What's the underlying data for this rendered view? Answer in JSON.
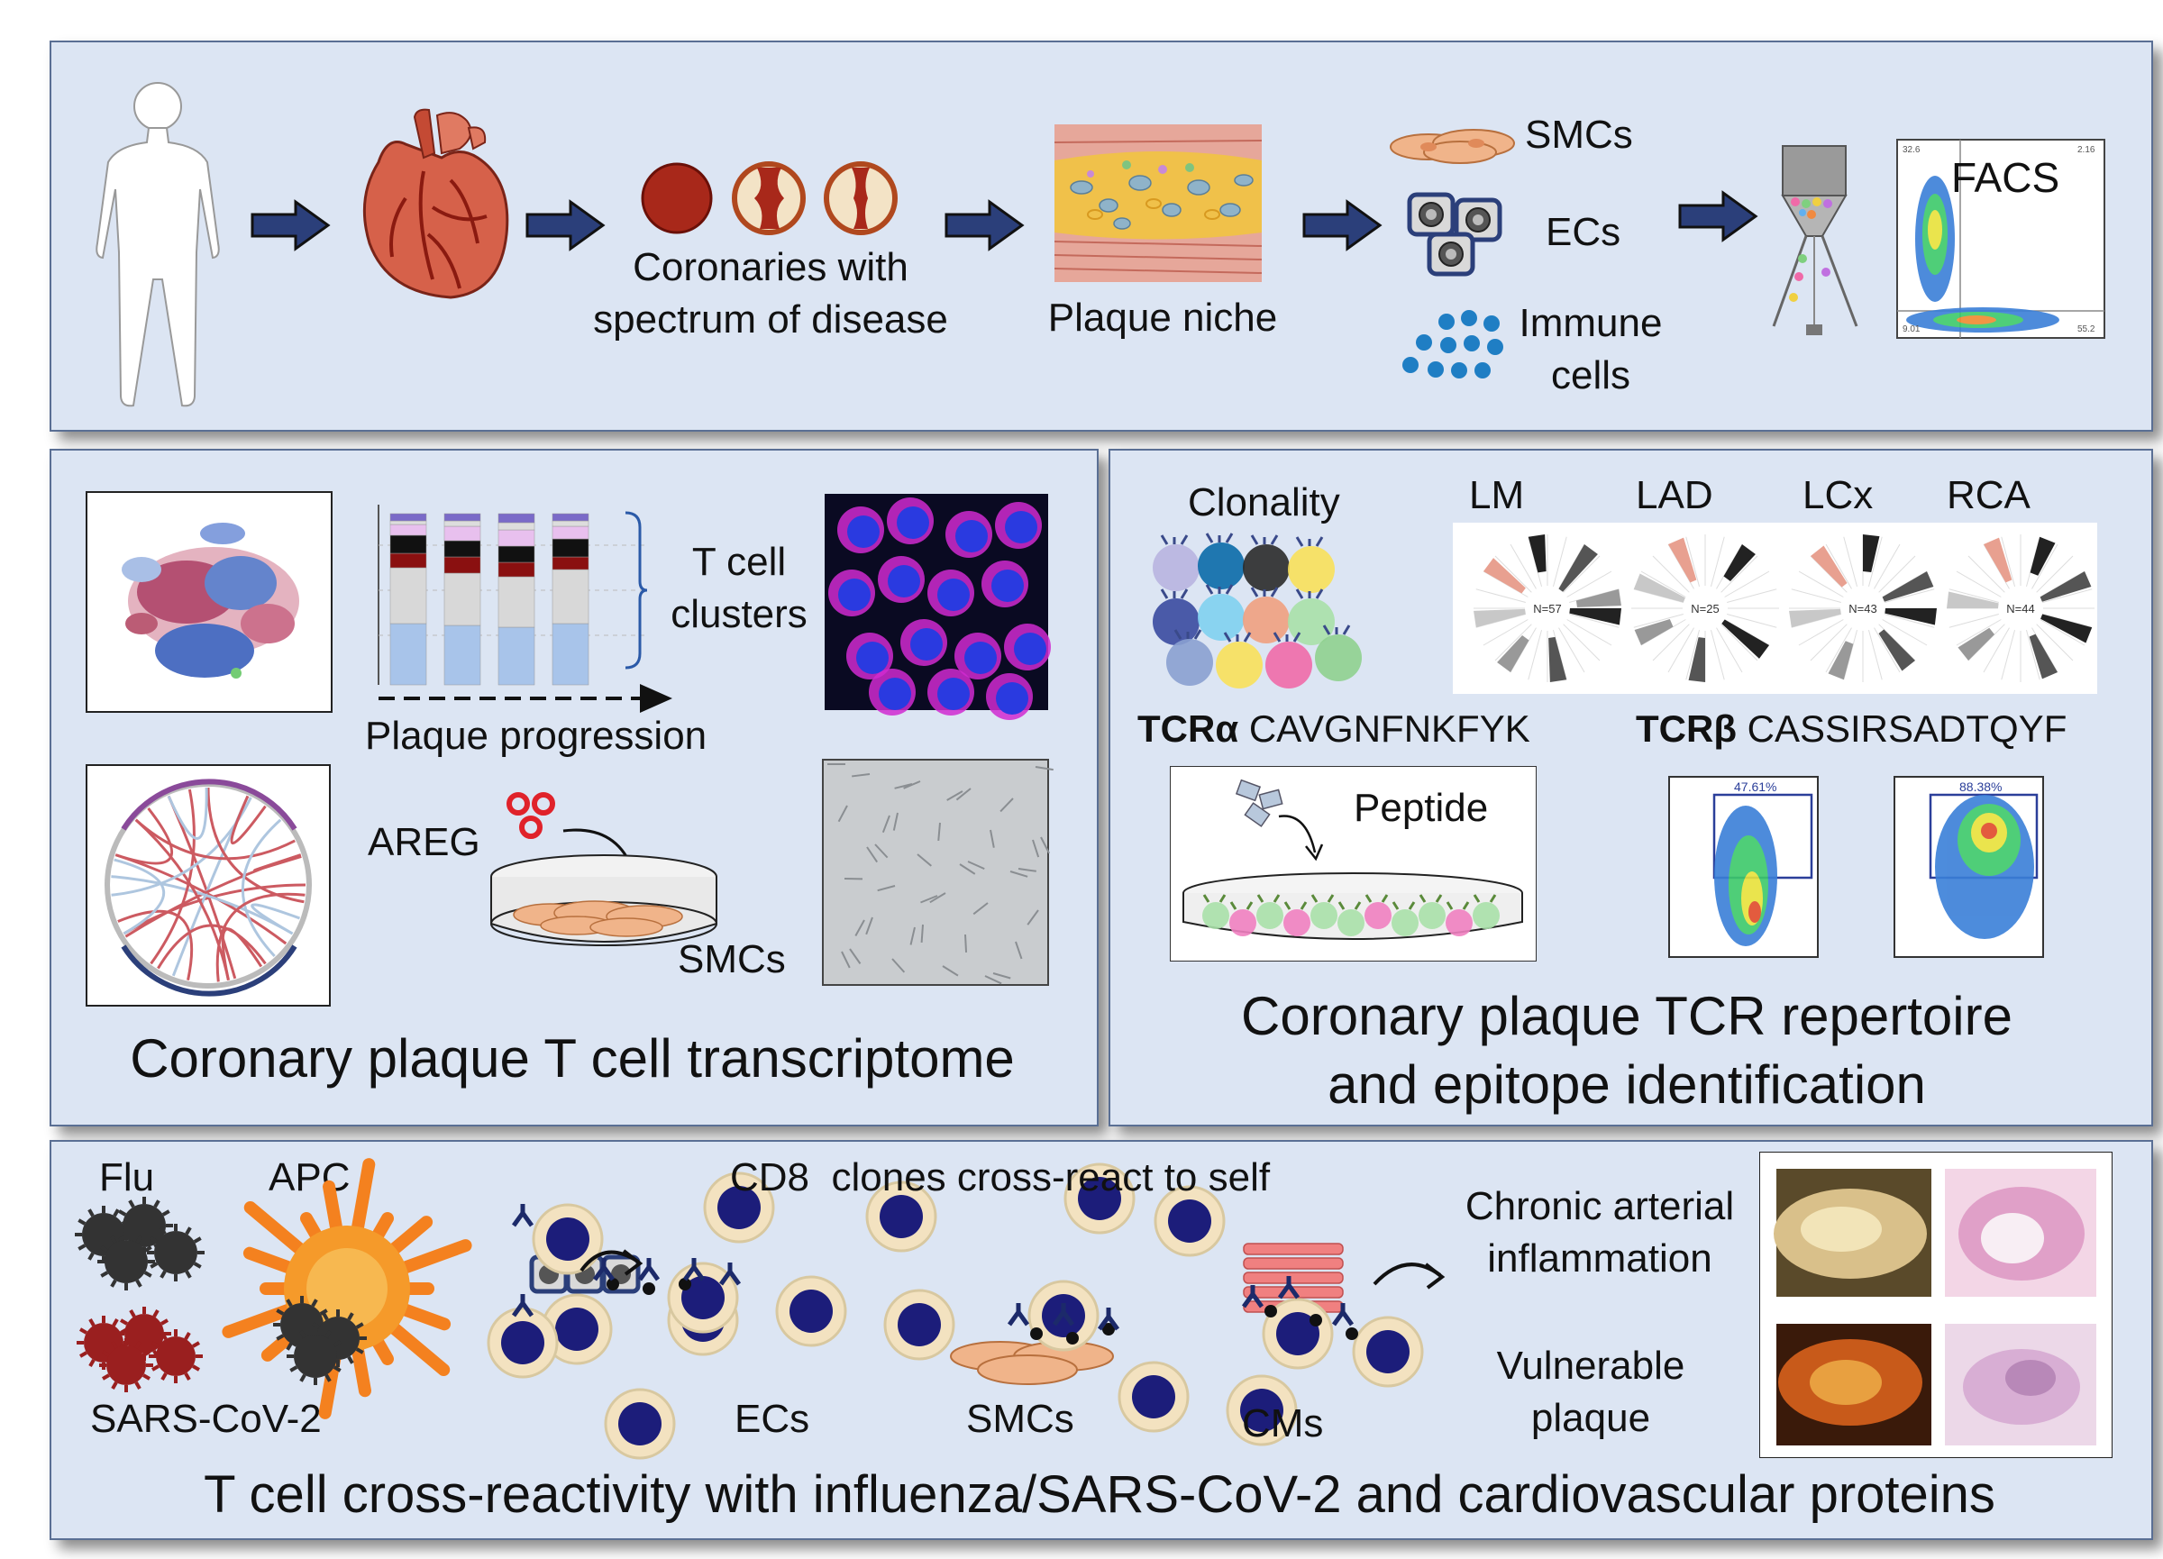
{
  "panel1": {
    "coronaries_label_line1": "Coronaries with",
    "coronaries_label_line2": "spectrum of disease",
    "plaque_niche_label": "Plaque niche",
    "smcs_label": "SMCs",
    "ecs_label": "ECs",
    "immune_label_line1": "Immune",
    "immune_label_line2": "cells",
    "facs_label": "FACS",
    "facs_quadrants": [
      "32.6",
      "2.16",
      "9.01",
      "55.2"
    ]
  },
  "panel2": {
    "tcell_clusters_line1": "T cell",
    "tcell_clusters_line2": "clusters",
    "plaque_progression_label": "Plaque progression",
    "areg_label": "AREG",
    "smcs_label": "SMCs",
    "title": "Coronary plaque T cell transcriptome"
  },
  "panel3": {
    "clonality_label": "Clonality",
    "vessels": [
      {
        "name": "LM",
        "n": "N=57"
      },
      {
        "name": "LAD",
        "n": "N=25"
      },
      {
        "name": "LCx",
        "n": "N=43"
      },
      {
        "name": "RCA",
        "n": "N=44"
      }
    ],
    "tcra_label": "TCRα",
    "tcra_seq": "CAVGNFNKFYK",
    "tcrb_label": "TCRβ",
    "tcrb_seq": "CASSIRSADTQYF",
    "peptide_label": "Peptide",
    "flow_pct_1": "47.61%",
    "flow_pct_2": "88.38%",
    "title_line1": "Coronary plaque TCR repertoire",
    "title_line2": "and epitope identification"
  },
  "panel4": {
    "flu_label": "Flu",
    "apc_label": "APC",
    "sars_label": "SARS-CoV-2",
    "cd8_label": "CD8  clones cross-react to self",
    "ecs_label": "ECs",
    "smcs_label": "SMCs",
    "cms_label": "CMs",
    "chronic_line1": "Chronic arterial",
    "chronic_line2": "inflammation",
    "vulnerable_line1": "Vulnerable",
    "vulnerable_line2": "plaque",
    "title": "T cell cross-reactivity with influenza/SARS-CoV-2 and cardiovascular proteins"
  },
  "colors": {
    "panel_bg": "#dce5f3",
    "arrow_fill": "#2b3f7a",
    "tcell_dark": "#1c1d7a",
    "smc_orange": "#f0b48a",
    "virus_dark": "#2f2f2f",
    "virus_red": "#8f1d1d",
    "apc_orange": "#f4811f"
  }
}
